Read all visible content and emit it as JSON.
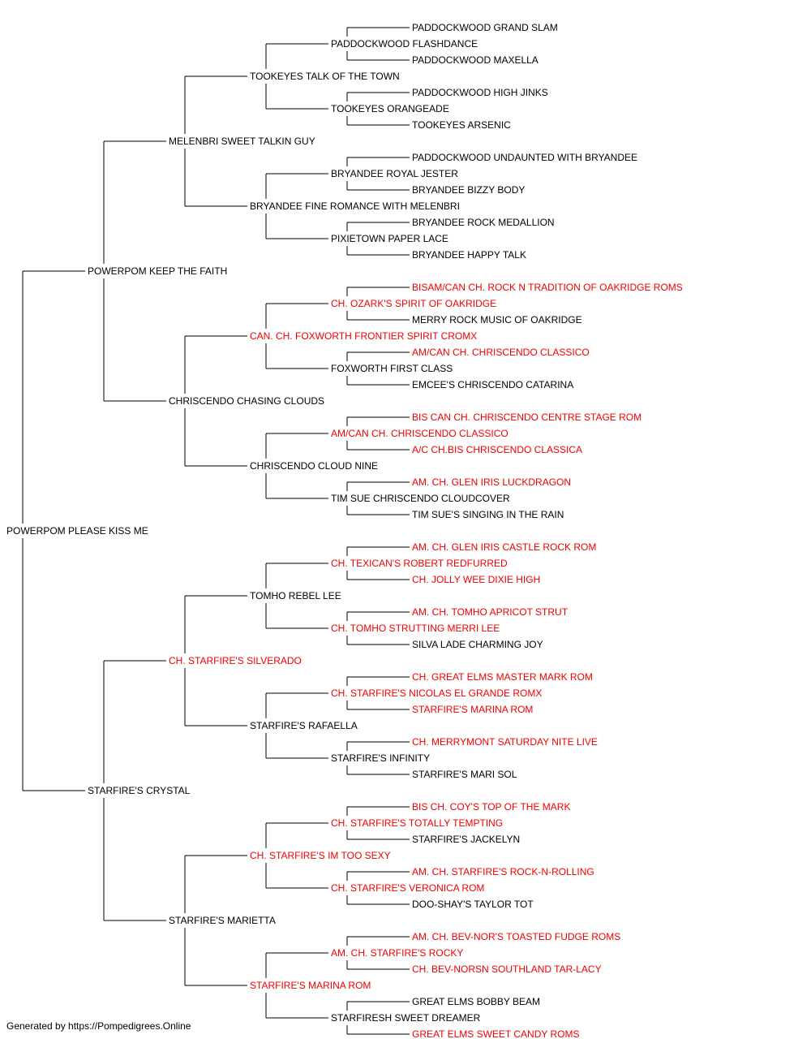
{
  "colors": {
    "titled": "#ee0000",
    "normal": "#000000",
    "line": "#000000"
  },
  "footer": "Generated by https://Pompedigrees.Online",
  "pedigree": {
    "name": "POWERPOM PLEASE KISS ME",
    "titled": false,
    "sire": {
      "name": "POWERPOM KEEP THE FAITH",
      "titled": false,
      "sire": {
        "name": "MELENBRI SWEET TALKIN GUY",
        "titled": false,
        "sire": {
          "name": "TOOKEYES TALK OF THE TOWN",
          "titled": false,
          "sire": {
            "name": "PADDOCKWOOD FLASHDANCE",
            "titled": false,
            "sire": {
              "name": "PADDOCKWOOD GRAND SLAM",
              "titled": false
            },
            "dam": {
              "name": "PADDOCKWOOD MAXELLA",
              "titled": false
            }
          },
          "dam": {
            "name": "TOOKEYES ORANGEADE",
            "titled": false,
            "sire": {
              "name": "PADDOCKWOOD HIGH JINKS",
              "titled": false
            },
            "dam": {
              "name": "TOOKEYES ARSENIC",
              "titled": false
            }
          }
        },
        "dam": {
          "name": "BRYANDEE FINE ROMANCE WITH MELENBRI",
          "titled": false,
          "sire": {
            "name": "BRYANDEE ROYAL JESTER",
            "titled": false,
            "sire": {
              "name": "PADDOCKWOOD UNDAUNTED WITH BRYANDEE",
              "titled": false
            },
            "dam": {
              "name": "BRYANDEE BIZZY BODY",
              "titled": false
            }
          },
          "dam": {
            "name": "PIXIETOWN PAPER LACE",
            "titled": false,
            "sire": {
              "name": "BRYANDEE ROCK MEDALLION",
              "titled": false
            },
            "dam": {
              "name": "BRYANDEE HAPPY TALK",
              "titled": false
            }
          }
        }
      },
      "dam": {
        "name": "CHRISCENDO CHASING CLOUDS",
        "titled": false,
        "sire": {
          "name": "CAN. CH. FOXWORTH FRONTIER SPIRIT CROMX",
          "titled": true,
          "sire": {
            "name": "CH. OZARK'S SPIRIT OF OAKRIDGE",
            "titled": true,
            "sire": {
              "name": "BISAM/CAN CH. ROCK N TRADITION OF OAKRIDGE ROMS",
              "titled": true
            },
            "dam": {
              "name": "MERRY ROCK MUSIC OF OAKRIDGE",
              "titled": false
            }
          },
          "dam": {
            "name": "FOXWORTH FIRST CLASS",
            "titled": false,
            "sire": {
              "name": "AM/CAN CH. CHRISCENDO CLASSICO",
              "titled": true
            },
            "dam": {
              "name": "EMCEE'S CHRISCENDO CATARINA",
              "titled": false
            }
          }
        },
        "dam": {
          "name": "CHRISCENDO CLOUD NINE",
          "titled": false,
          "sire": {
            "name": "AM/CAN CH. CHRISCENDO CLASSICO",
            "titled": true,
            "sire": {
              "name": "BIS CAN CH. CHRISCENDO CENTRE STAGE ROM",
              "titled": true
            },
            "dam": {
              "name": "A/C CH.BIS CHRISCENDO CLASSICA",
              "titled": true
            }
          },
          "dam": {
            "name": "TIM SUE CHRISCENDO CLOUDCOVER",
            "titled": false,
            "sire": {
              "name": "AM. CH. GLEN IRIS LUCKDRAGON",
              "titled": true
            },
            "dam": {
              "name": "TIM SUE'S SINGING IN THE RAIN",
              "titled": false
            }
          }
        }
      }
    },
    "dam": {
      "name": "STARFIRE'S CRYSTAL",
      "titled": false,
      "sire": {
        "name": "CH. STARFIRE'S SILVERADO",
        "titled": true,
        "sire": {
          "name": "TOMHO REBEL LEE",
          "titled": false,
          "sire": {
            "name": "CH. TEXICAN'S ROBERT REDFURRED",
            "titled": true,
            "sire": {
              "name": "AM. CH. GLEN IRIS CASTLE ROCK ROM",
              "titled": true
            },
            "dam": {
              "name": "CH. JOLLY WEE DIXIE HIGH",
              "titled": true
            }
          },
          "dam": {
            "name": "CH. TOMHO STRUTTING MERRI LEE",
            "titled": true,
            "sire": {
              "name": "AM. CH. TOMHO APRICOT STRUT",
              "titled": true
            },
            "dam": {
              "name": "SILVA LADE CHARMING JOY",
              "titled": false
            }
          }
        },
        "dam": {
          "name": "STARFIRE'S RAFAELLA",
          "titled": false,
          "sire": {
            "name": "CH. STARFIRE'S NICOLAS EL GRANDE ROMX",
            "titled": true,
            "sire": {
              "name": "CH. GREAT ELMS MASTER MARK ROM",
              "titled": true
            },
            "dam": {
              "name": "STARFIRE'S MARINA ROM",
              "titled": true
            }
          },
          "dam": {
            "name": "STARFIRE'S INFINITY",
            "titled": false,
            "sire": {
              "name": "CH. MERRYMONT SATURDAY NITE LIVE",
              "titled": true
            },
            "dam": {
              "name": "STARFIRE'S MARI SOL",
              "titled": false
            }
          }
        }
      },
      "dam": {
        "name": "STARFIRE'S MARIETTA",
        "titled": false,
        "sire": {
          "name": "CH. STARFIRE'S IM TOO SEXY",
          "titled": true,
          "sire": {
            "name": "CH. STARFIRE'S TOTALLY TEMPTING",
            "titled": true,
            "sire": {
              "name": "BIS CH. COY'S TOP OF THE MARK",
              "titled": true
            },
            "dam": {
              "name": "STARFIRE'S JACKELYN",
              "titled": false
            }
          },
          "dam": {
            "name": "CH. STARFIRE'S VERONICA ROM",
            "titled": true,
            "sire": {
              "name": "AM. CH. STARFIRE'S ROCK-N-ROLLING",
              "titled": true
            },
            "dam": {
              "name": "DOO-SHAY'S TAYLOR TOT",
              "titled": false
            }
          }
        },
        "dam": {
          "name": "STARFIRE'S MARINA ROM",
          "titled": true,
          "sire": {
            "name": "AM. CH. STARFIRE'S ROCKY",
            "titled": true,
            "sire": {
              "name": "AM. CH. BEV-NOR'S TOASTED FUDGE ROMS",
              "titled": true
            },
            "dam": {
              "name": "CH. BEV-NORSN SOUTHLAND TAR-LACY",
              "titled": true
            }
          },
          "dam": {
            "name": "STARFIRESH SWEET DREAMER",
            "titled": false,
            "sire": {
              "name": "GREAT ELMS BOBBY BEAM",
              "titled": false
            },
            "dam": {
              "name": "GREAT ELMS SWEET CANDY ROMS",
              "titled": true
            }
          }
        }
      }
    }
  }
}
